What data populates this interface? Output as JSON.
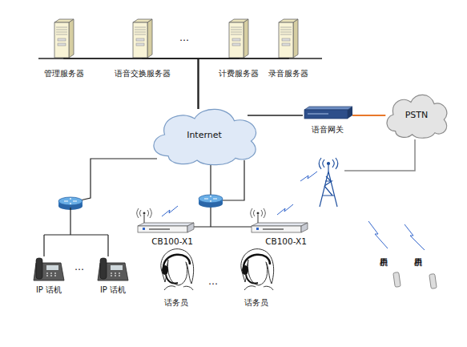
{
  "diagram": {
    "nodes": [
      {
        "text": [
          "管理服务器"
        ]
      },
      {
        "text": [
          "语音交换服务器"
        ]
      },
      {
        "text": [
          "计费服务器"
        ]
      },
      {
        "text": [
          "录音服务器"
        ]
      },
      {
        "text": [
          "Internet"
        ]
      },
      {
        "text": [
          "语音网关"
        ]
      },
      {
        "text": [
          "PSTN"
        ]
      },
      {
        "text": [
          "CB100-X1"
        ]
      },
      {
        "text": [
          "CB100-X1"
        ]
      },
      {
        "text": [
          "IP 话机"
        ]
      },
      {
        "text": [
          "IP 话机"
        ]
      },
      {
        "text": [
          "话务员"
        ]
      },
      {
        "text": [
          "话务员"
        ]
      },
      {
        "text": [
          "手机用户"
        ]
      },
      {
        "text": [
          "手机用户"
        ]
      }
    ],
    "edges": [
      {
        "from": 0,
        "to": 4,
        "arrow": "none"
      },
      {
        "from": 1,
        "to": 4,
        "arrow": "none"
      },
      {
        "from": 2,
        "to": 4,
        "arrow": "none"
      },
      {
        "from": 3,
        "to": 4,
        "arrow": "none"
      },
      {
        "from": 4,
        "to": 5,
        "arrow": "none"
      },
      {
        "from": 5,
        "to": 6,
        "arrow": "none"
      }
    ],
    "labels": [
      "…",
      "…",
      "…"
    ]
  }
}
